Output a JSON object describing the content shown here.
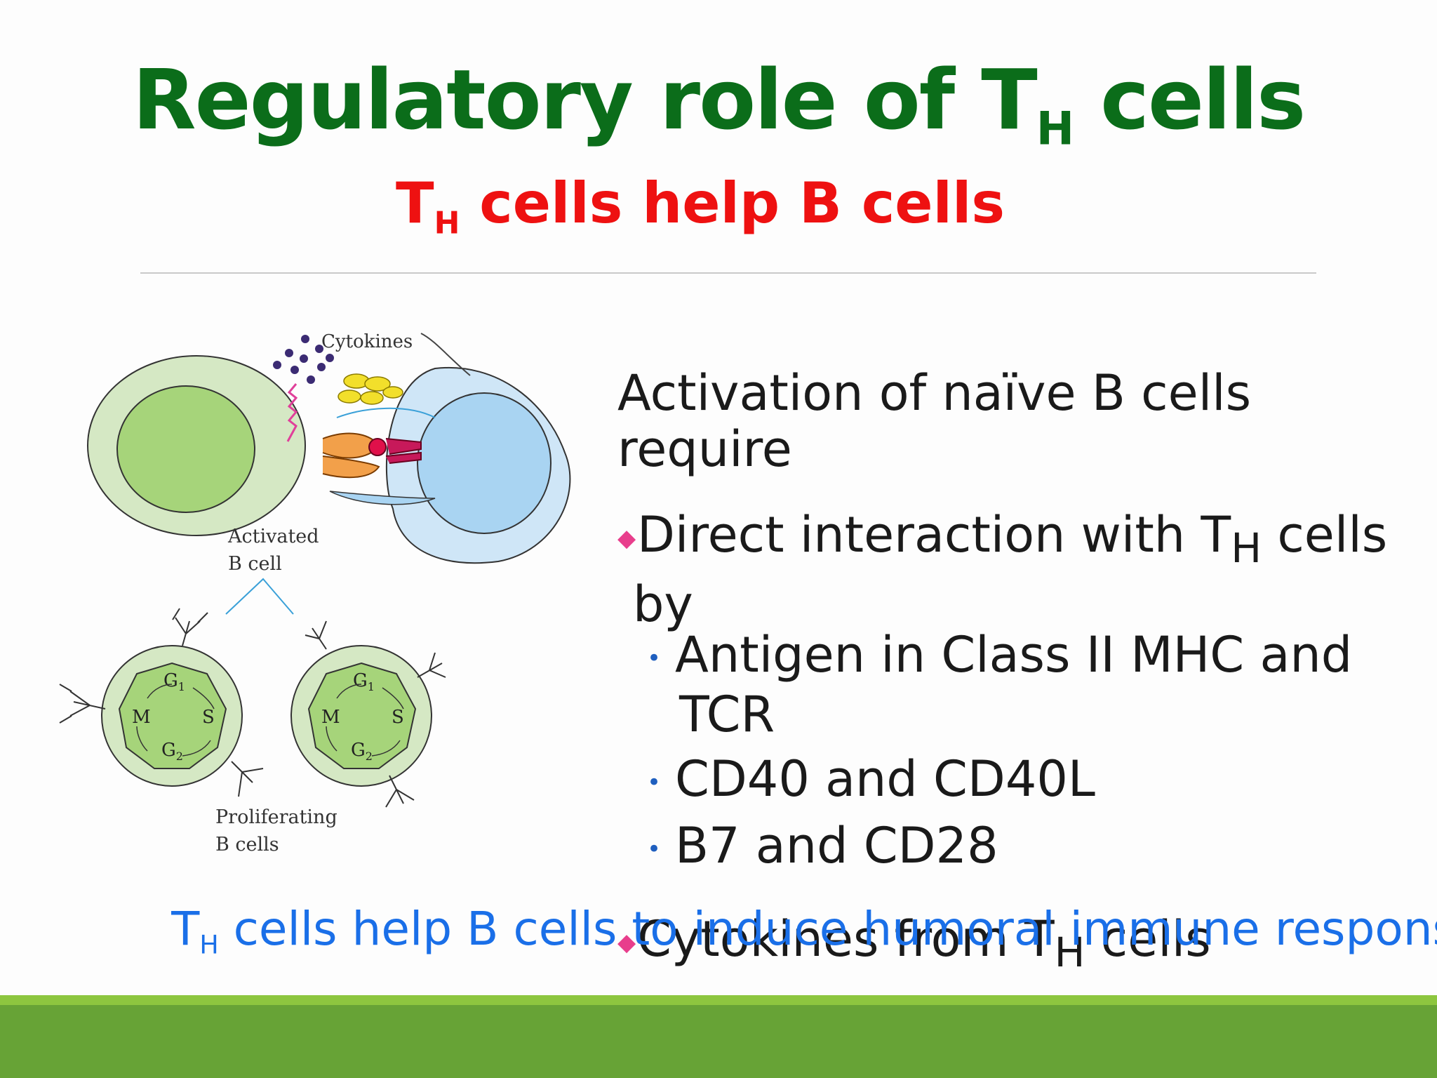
{
  "slide": {
    "title_main": "Regulatory role of T",
    "title_sub": "H",
    "title_tail": " cells",
    "subtitle_main": "T",
    "subtitle_sub": "H",
    "subtitle_tail": " cells help B cells"
  },
  "figure": {
    "cytokines_label": "Cytokines",
    "activated_line1": "Activated",
    "activated_line2": "B cell",
    "proliferating_line1": "Proliferating",
    "proliferating_line2": "B cells",
    "phase_g1": "G",
    "phase_g1_sub": "1",
    "phase_s": "S",
    "phase_g2": "G",
    "phase_g2_sub": "2",
    "phase_m": "M"
  },
  "content": {
    "intro": "Activation of naïve B cells require",
    "bullet1_pre": "Direct interaction with T",
    "bullet1_sub": "H",
    "bullet1_post": " cells",
    "bullet1_cont": "by",
    "sub1_line1": "Antigen in Class II MHC and",
    "sub1_line2": "TCR",
    "sub2": "CD40 and CD40L",
    "sub3": "B7 and CD28",
    "bullet2_pre": "Cytokines from T",
    "bullet2_sub": "H",
    "bullet2_post": " cells"
  },
  "caption": {
    "pre": "T",
    "sub": "H",
    "post": " cells help B cells to induce humoral immune response"
  },
  "colors": {
    "title": "#0b6d1a",
    "subtitle": "#ee1111",
    "caption": "#1a6fe8",
    "band_light": "#8dc63f",
    "band_dark": "#67a336"
  }
}
